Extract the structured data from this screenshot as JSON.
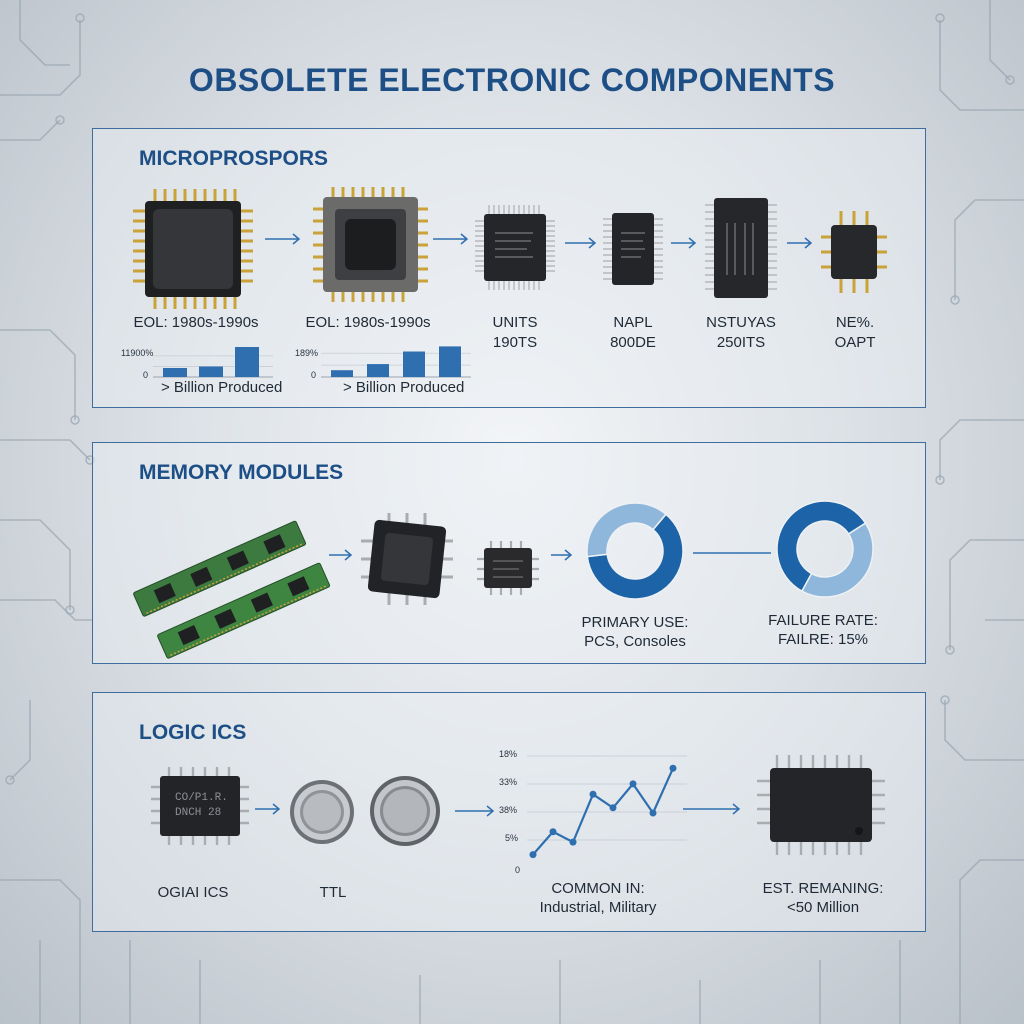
{
  "title": "OBSOLETE ELECTRONIC COMPONENTS",
  "colors": {
    "accent": "#1d4f86",
    "bar": "#2f6fb0",
    "donut_dark": "#1d63a8",
    "donut_light": "#8fb7dc",
    "chip_body": "#2a2b2e",
    "pin_gold": "#c9a23a",
    "pin_silver": "#a9adb2",
    "pcb_green": "#3c7a3f"
  },
  "microprocessors": {
    "heading": "MICROPROSPORS",
    "chips": [
      {
        "icon": "pga-chip-icon",
        "line1": "EOL: 1980s-1990s",
        "line2": ""
      },
      {
        "icon": "plcc-chip-icon",
        "line1": "EOL: 1980s-1990s",
        "line2": ""
      },
      {
        "icon": "qfp-chip-icon",
        "line1": "UNITS",
        "line2": "190TS"
      },
      {
        "icon": "sop-chip-icon",
        "line1": "NAPL",
        "line2": "800DE"
      },
      {
        "icon": "dip-chip-icon",
        "line1": "NSTUYAS",
        "line2": "250ITS"
      },
      {
        "icon": "small-qfp-chip-icon",
        "line1": "NE%.",
        "line2": "OAPT"
      }
    ],
    "mini_chart_1": {
      "ytop": "11900%",
      "ybottom": "0",
      "caption": "> Billion Produced",
      "values": [
        0.3,
        0.35,
        1.0
      ]
    },
    "mini_chart_2": {
      "ytop": "189%",
      "ybottom": "0",
      "caption": "> Billion Produced",
      "values": [
        0.2,
        0.38,
        0.75,
        0.9
      ]
    }
  },
  "memory": {
    "heading": "MEMORY MODULES",
    "donut1": {
      "label1": "PRIMARY USE:",
      "label2": "PCS, Consoles",
      "fraction": 0.62
    },
    "donut2": {
      "label1": "FAILURE RATE:",
      "label2": "FAILRE: 15%",
      "fraction": 0.58
    }
  },
  "logic": {
    "heading": "LOGIC ICS",
    "chip_text": [
      "CO/P1.R.",
      "DNCH 28"
    ],
    "label_chip": "OGIAI ICS",
    "label_ttl": "TTL",
    "line_chart": {
      "ticks": [
        "18%",
        "33%",
        "38%",
        "5%",
        "0"
      ],
      "points": [
        0.1,
        0.32,
        0.22,
        0.68,
        0.55,
        0.78,
        0.5,
        0.93
      ],
      "label1": "COMMON IN:",
      "label2": "Industrial, Military"
    },
    "label_est1": "EST. REMANING:",
    "label_est2": "<50 Million"
  }
}
